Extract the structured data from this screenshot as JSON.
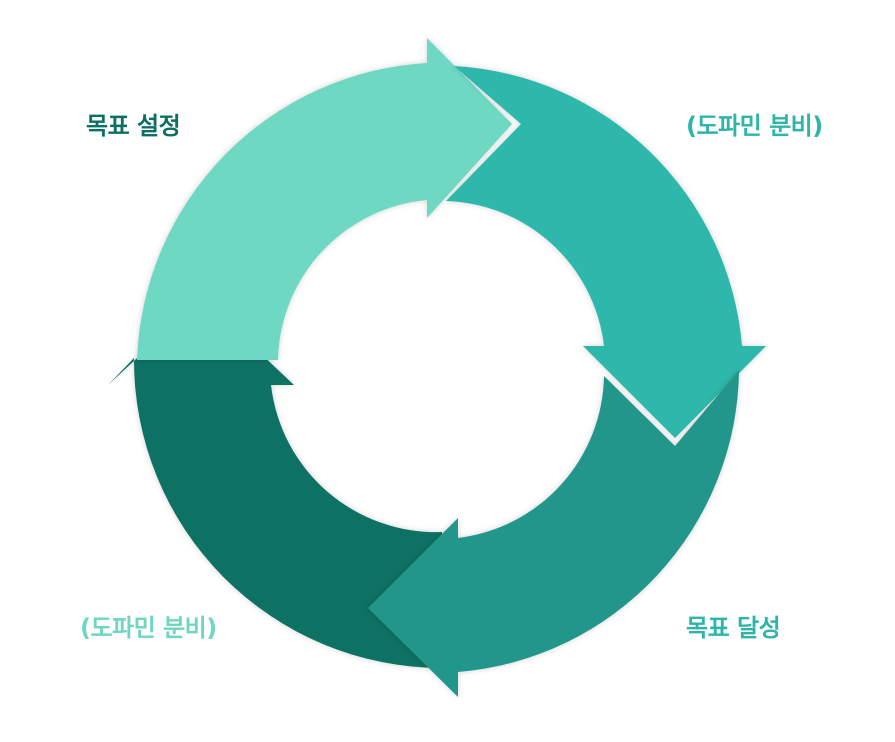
{
  "diagram": {
    "labels": {
      "top_left": "목표 설정",
      "top_right": "(도파민 분비)",
      "bottom_right": "목표 달성",
      "bottom_left": "(도파민 분비)"
    },
    "colors": {
      "top_left_label": "#0b6f63",
      "top_right_label": "#2db5a8",
      "bottom_right_label": "#2db5a8",
      "bottom_left_label": "#6fd6c2",
      "arc_top_left": "#6ed8c3",
      "arc_top_right": "#2db8ab",
      "arc_bottom_right": "#22968a",
      "arc_bottom_left": "#0b7163"
    }
  }
}
